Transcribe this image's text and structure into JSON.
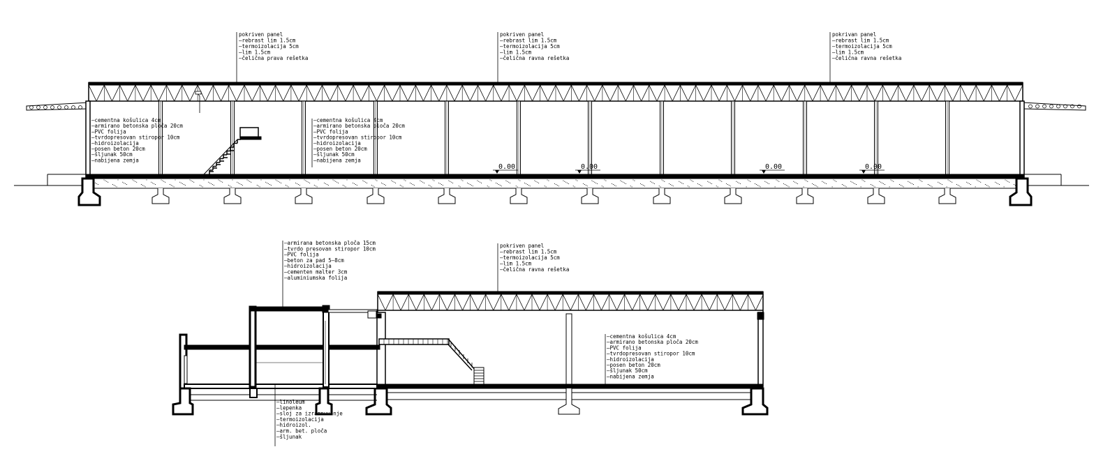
{
  "roof_note": [
    "pokriven panel",
    "–rebrast lim 1.5cm",
    "–termoizolacija 5cm",
    "–lim 1.5cm",
    "–čelična ravna rešetka"
  ],
  "roof_note_first": [
    "pokriven panel",
    "–rebrast lim 1.5cm",
    "–termoizolacija 5cm",
    "–lim 1.5cm",
    "–čelična prava rešetka"
  ],
  "roof_note_last": [
    "pokrivan panel",
    "–rebrast lim 1.5cm",
    "–termoizolacija 5cm",
    "–lim 1.5cm",
    "–čelična ravna rešetka"
  ],
  "floor_note": [
    "–cementna košulica 4cm",
    "–armirano betonska ploča 20cm",
    "–PVC folija",
    "–tvrdopresovan stiropor 10cm",
    "–hidroizolacija",
    "–posen beton 20cm",
    "–šljunak 50cm",
    "–nabijena zemja"
  ],
  "slab_note": [
    "–armirana betonska ploča 15cm",
    "–tvrdo presovan stiropor 10cm",
    "–PVC folija",
    "–beton za pad 5–8cm",
    "–hidroizolacija",
    "–cementen malter 3cm",
    "–aluminiumska folija"
  ],
  "lower_floor_note": [
    "–linoleum",
    "–lepenka",
    "–sloj za izramnuvanje",
    "–termoizolacija",
    "–hidroizol.",
    "–arm. bet. ploča",
    "–šljunak"
  ],
  "level_mark": "0.00"
}
